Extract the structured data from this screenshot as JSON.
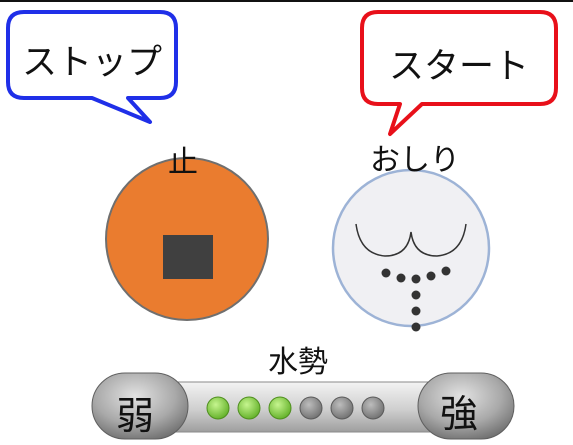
{
  "callouts": {
    "stop": "ストップ",
    "start": "スタート"
  },
  "buttons": {
    "stop_label": "止",
    "bidet_label": "おしり"
  },
  "water": {
    "title": "水勢",
    "weak_label": "弱",
    "strong_label": "強",
    "level": 3,
    "max_level": 6
  },
  "colors": {
    "stop_callout_border": "#1f2fe8",
    "start_callout_border": "#e8101a",
    "stop_button_fill": "#ea7c2f",
    "bidet_button_fill": "#f0f0f3",
    "bidet_button_ring": "#9db3d6",
    "indicator_on": "#7fcc3a",
    "indicator_off": "#8d8d8d"
  }
}
